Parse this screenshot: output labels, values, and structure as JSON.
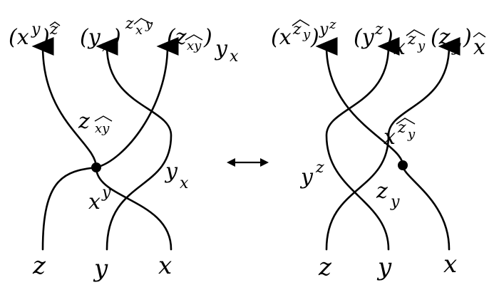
{
  "colors": {
    "ink": "#000000",
    "background": "#ffffff"
  },
  "left": {
    "bottom": {
      "z": "z",
      "y": "y",
      "x": "x"
    },
    "mid": {
      "z": "z",
      "xy": "xy",
      "y": "y",
      "yx": "yx",
      "x": "x"
    },
    "top": {
      "left": "(x^y)^ẑ",
      "middle": "(y_x)^(z_x^y)",
      "right": "(z_(x^y))_(y_x)"
    }
  },
  "right": {
    "bottom": {
      "z": "z",
      "y": "y",
      "x": "x"
    },
    "mid": {
      "yz": "y^z",
      "xzy": "x^(ẑ_y)",
      "zy": "z_y"
    },
    "top": {
      "left": "(x^(z_y))^(y^z)",
      "middle": "(y^z)_(x^(z_y))",
      "right": "(z_y)_x̂"
    }
  },
  "arrow": {
    "symbol": "↔",
    "name": "double-arrow"
  }
}
